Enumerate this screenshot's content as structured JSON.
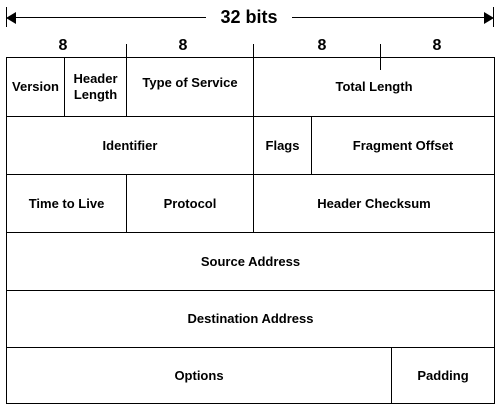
{
  "top_label": "32 bits",
  "byte_labels": [
    "8",
    "8",
    "8",
    "8"
  ],
  "rows": [
    {
      "cells": [
        "Version",
        "Header Length",
        "Type of Service",
        "Total Length"
      ]
    },
    {
      "cells": [
        "Identifier",
        "Flags",
        "Fragment Offset"
      ]
    },
    {
      "cells": [
        "Time to Live",
        "Protocol",
        "Header Checksum"
      ]
    },
    {
      "cells": [
        "Source Address"
      ]
    },
    {
      "cells": [
        "Destination Address"
      ]
    },
    {
      "cells": [
        "Options",
        "Padding"
      ]
    }
  ]
}
